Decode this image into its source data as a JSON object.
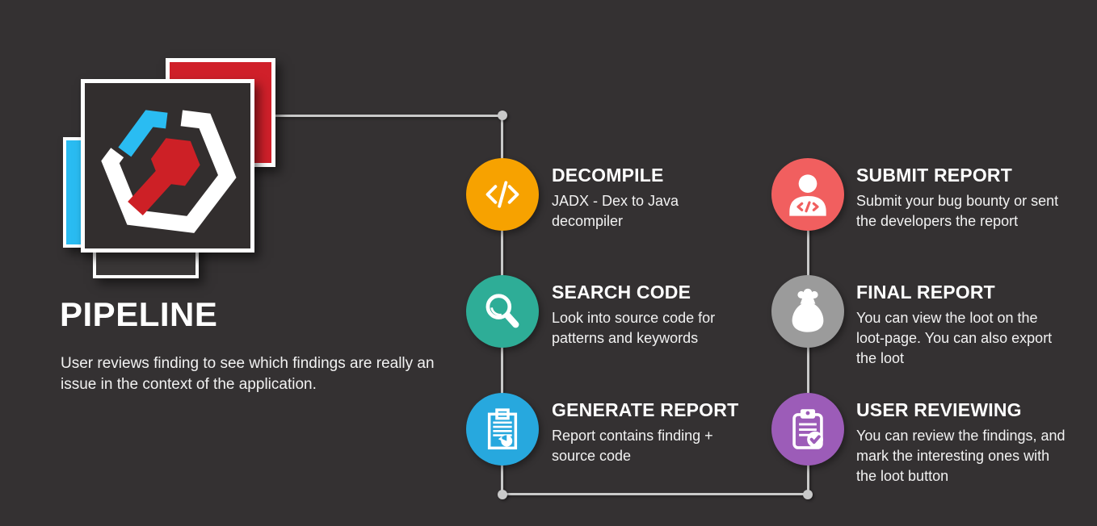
{
  "header": {
    "title": "PIPELINE",
    "subtitle": "User reviews finding to see which findings are really an issue in the context of the application."
  },
  "logo": {
    "name": "app-hexagon-logo",
    "colors": {
      "red_square": "#d0202a",
      "cyan_square": "#2abcf2",
      "hexagon_white": "#ffffff",
      "hexagon_cyan": "#2abcf2",
      "hexagon_red": "#cd2026",
      "panel_dark": "#322e2e"
    }
  },
  "connector": {
    "color": "#c9c9c9"
  },
  "background_color": "#343132",
  "steps": [
    {
      "id": "decompile",
      "title": "DECOMPILE",
      "description": "JADX - Dex to Java decompiler",
      "color": "#f7a200",
      "icon": "code-icon"
    },
    {
      "id": "search-code",
      "title": "SEARCH CODE",
      "description": "Look into source code for patterns and keywords",
      "color": "#2ead97",
      "icon": "magnifier-icon"
    },
    {
      "id": "generate-report",
      "title": "GENERATE REPORT",
      "description": "Report contains finding + source code",
      "color": "#27a8de",
      "icon": "report-clipboard-pie-icon"
    },
    {
      "id": "submit-report",
      "title": "SUBMIT REPORT",
      "description": "Submit your bug bounty or sent the developers the report",
      "color": "#f15f5f",
      "icon": "developer-person-icon"
    },
    {
      "id": "final-report",
      "title": "FINAL REPORT",
      "description": "You can view the loot on the loot-page. You can also export the loot",
      "color": "#9b9b9b",
      "icon": "money-bag-icon"
    },
    {
      "id": "user-reviewing",
      "title": "USER REVIEWING",
      "description": "You can review the findings, and mark the interesting ones with the loot button",
      "color": "#9c5cb8",
      "icon": "clipboard-check-icon"
    }
  ]
}
